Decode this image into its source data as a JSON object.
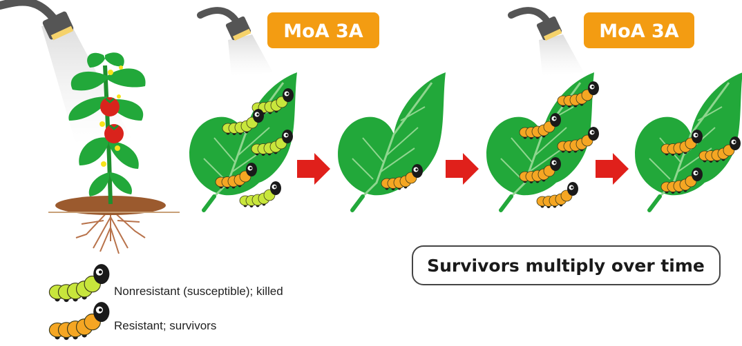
{
  "spray_labels": [
    "MoA 3A",
    "MoA 3A"
  ],
  "callout": "Survivors multiply over time",
  "legend": {
    "nonresistant": "Nonresistant (susceptible); killed",
    "resistant": "Resistant; survivors"
  },
  "colors": {
    "moa_badge": "#f39c12",
    "leaf": "#22a83a",
    "leaf_vein": "#8fd68f",
    "arrow": "#e0201b",
    "susceptible_body": "#c8e63c",
    "resistant_body": "#f5a623",
    "caterpillar_head": "#1a1a1a",
    "tomato": "#d9231c",
    "soil": "#9b5a2e",
    "root": "#b8724a",
    "nozzle": "#555555",
    "nozzle_ring": "#f5d26b"
  },
  "icons": [
    "watering-nozzle-icon",
    "tomato-plant-icon",
    "leaf-icon",
    "caterpillar-icon",
    "arrow-right-icon"
  ]
}
